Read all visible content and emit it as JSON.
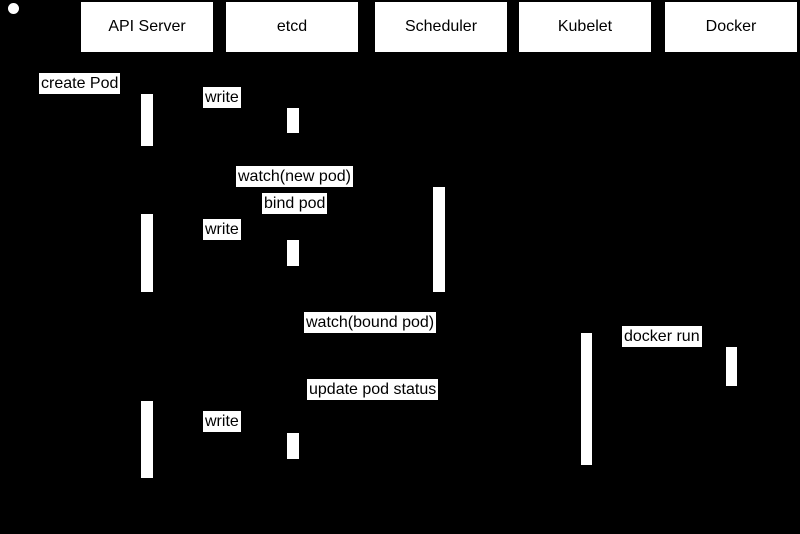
{
  "colors": {
    "background": "#000000",
    "shape_fill": "#ffffff",
    "label_background": "#ffffff",
    "text": "#000000"
  },
  "participants": [
    {
      "label": "API Server"
    },
    {
      "label": "etcd"
    },
    {
      "label": "Scheduler"
    },
    {
      "label": "Kubelet"
    },
    {
      "label": "Docker"
    }
  ],
  "messages": [
    {
      "label": "create Pod"
    },
    {
      "label": "write"
    },
    {
      "label": "watch(new pod)"
    },
    {
      "label": "bind pod"
    },
    {
      "label": "write"
    },
    {
      "label": "watch(bound pod)"
    },
    {
      "label": "docker run"
    },
    {
      "label": "update pod status"
    },
    {
      "label": "write"
    }
  ]
}
